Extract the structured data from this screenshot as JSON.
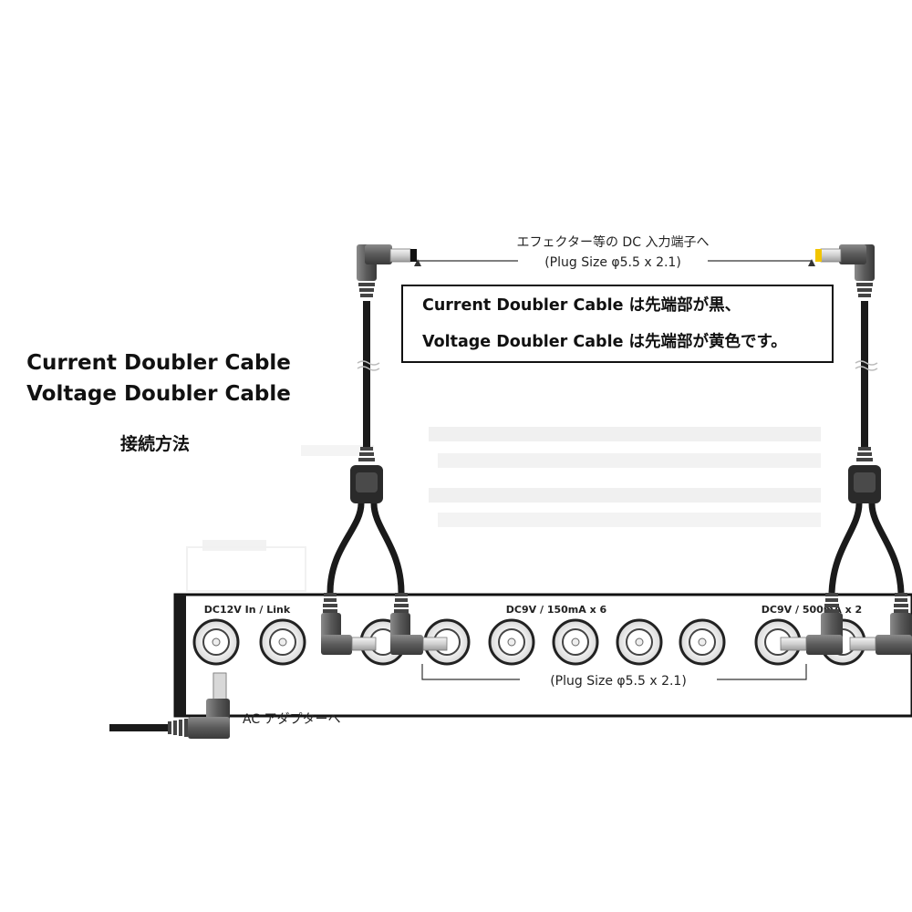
{
  "title": {
    "line1": "Current Doubler Cable",
    "line2": "Voltage Doubler Cable",
    "subtitle": "接続方法"
  },
  "top_note": {
    "line1": "エフェクター等の DC 入力端子へ",
    "line2": "(Plug Size φ5.5 x 2.1)"
  },
  "info_box": {
    "line1_name": "Current Doubler Cable",
    "line1_rest": " は先端部が黒、",
    "line2_name": "Voltage Doubler Cable",
    "line2_rest": " は先端部が黄色です。"
  },
  "power_supply": {
    "label_in": "DC12V In / Link",
    "label_mid": "DC9V / 150mA x 6",
    "label_right": "DC9V / 500mA x 2",
    "plug_note": "(Plug Size φ5.5 x 2.1)",
    "adapter_note": "AC アダプターへ"
  },
  "colors": {
    "current_tip": "#111111",
    "voltage_tip": "#f2c500",
    "cable": "#1a1a1a",
    "plug_body": "#666666"
  }
}
